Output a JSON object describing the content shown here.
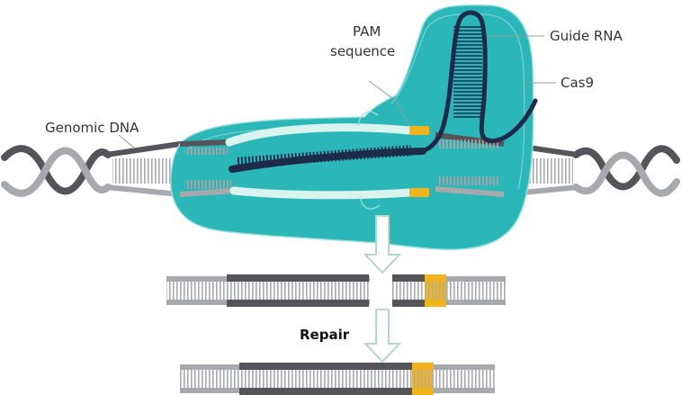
{
  "labels": {
    "pam_line1": "PAM",
    "pam_line2": "sequence",
    "guide_rna": "Guide RNA",
    "cas9": "Cas9",
    "genomic_dna": "Genomic DNA",
    "repair": "Repair"
  },
  "colors": {
    "cas9_fill": "#2bb6b8",
    "cas9_outline": "#9fe0e0",
    "dna_dark": "#555559",
    "dna_light": "#a7a9ac",
    "guide_rna": "#1c2b4a",
    "pam": "#f2b41c",
    "unwound_strand": "#d9f3ee",
    "arrow_outline": "#b5d9c9",
    "leader_line": "#9a9a9a"
  }
}
